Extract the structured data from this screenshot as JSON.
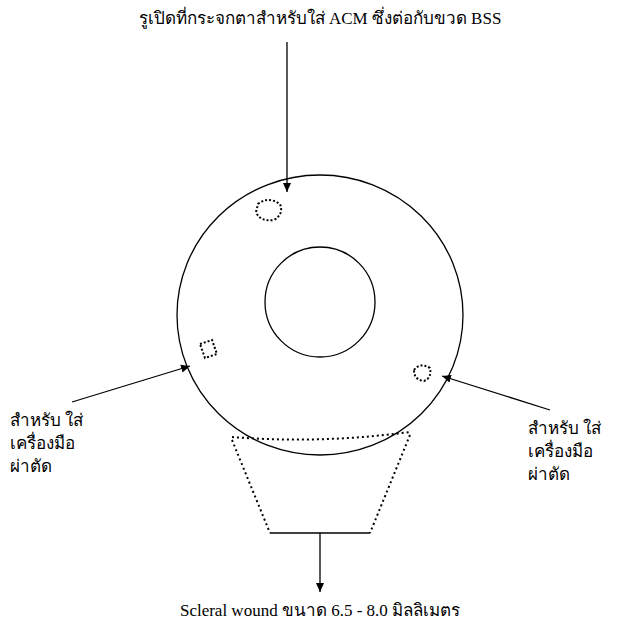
{
  "diagram": {
    "labels": [
      "รูเปิดที่กระจกตาสำหรับใส่ ACM ซึ่งต่อกับขวด BSS",
      "สำหรับ ใส่เครื่องมือ ผ่าตัด",
      "สำหรับ ใส่เครื่องมือ ผ่าตัด",
      "Scleral wound ขนาด 6.5 - 8.0 มิลลิเมตร"
    ]
  }
}
